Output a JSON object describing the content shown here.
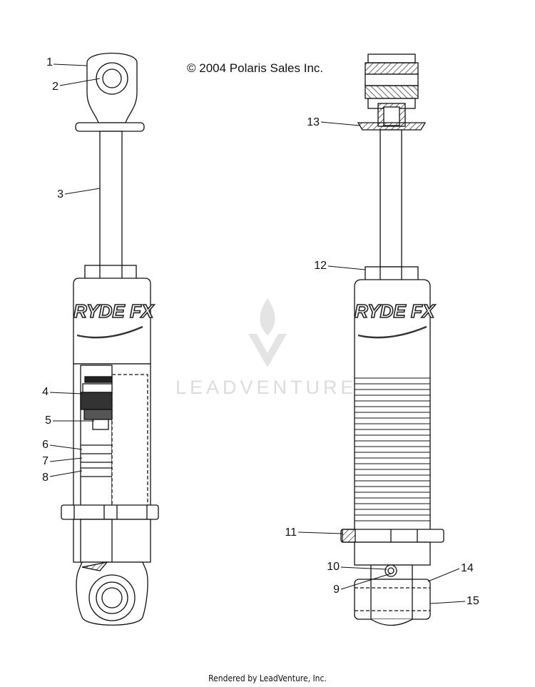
{
  "copyright": "© 2004 Polaris Sales Inc.",
  "footer": "Rendered by LeadVenture, Inc.",
  "watermark": "LEADVENTURE",
  "brand_logo_text": "RYDE FX",
  "callouts": [
    "1",
    "2",
    "3",
    "4",
    "5",
    "6",
    "7",
    "8",
    "9",
    "10",
    "11",
    "12",
    "13",
    "14",
    "15"
  ]
}
